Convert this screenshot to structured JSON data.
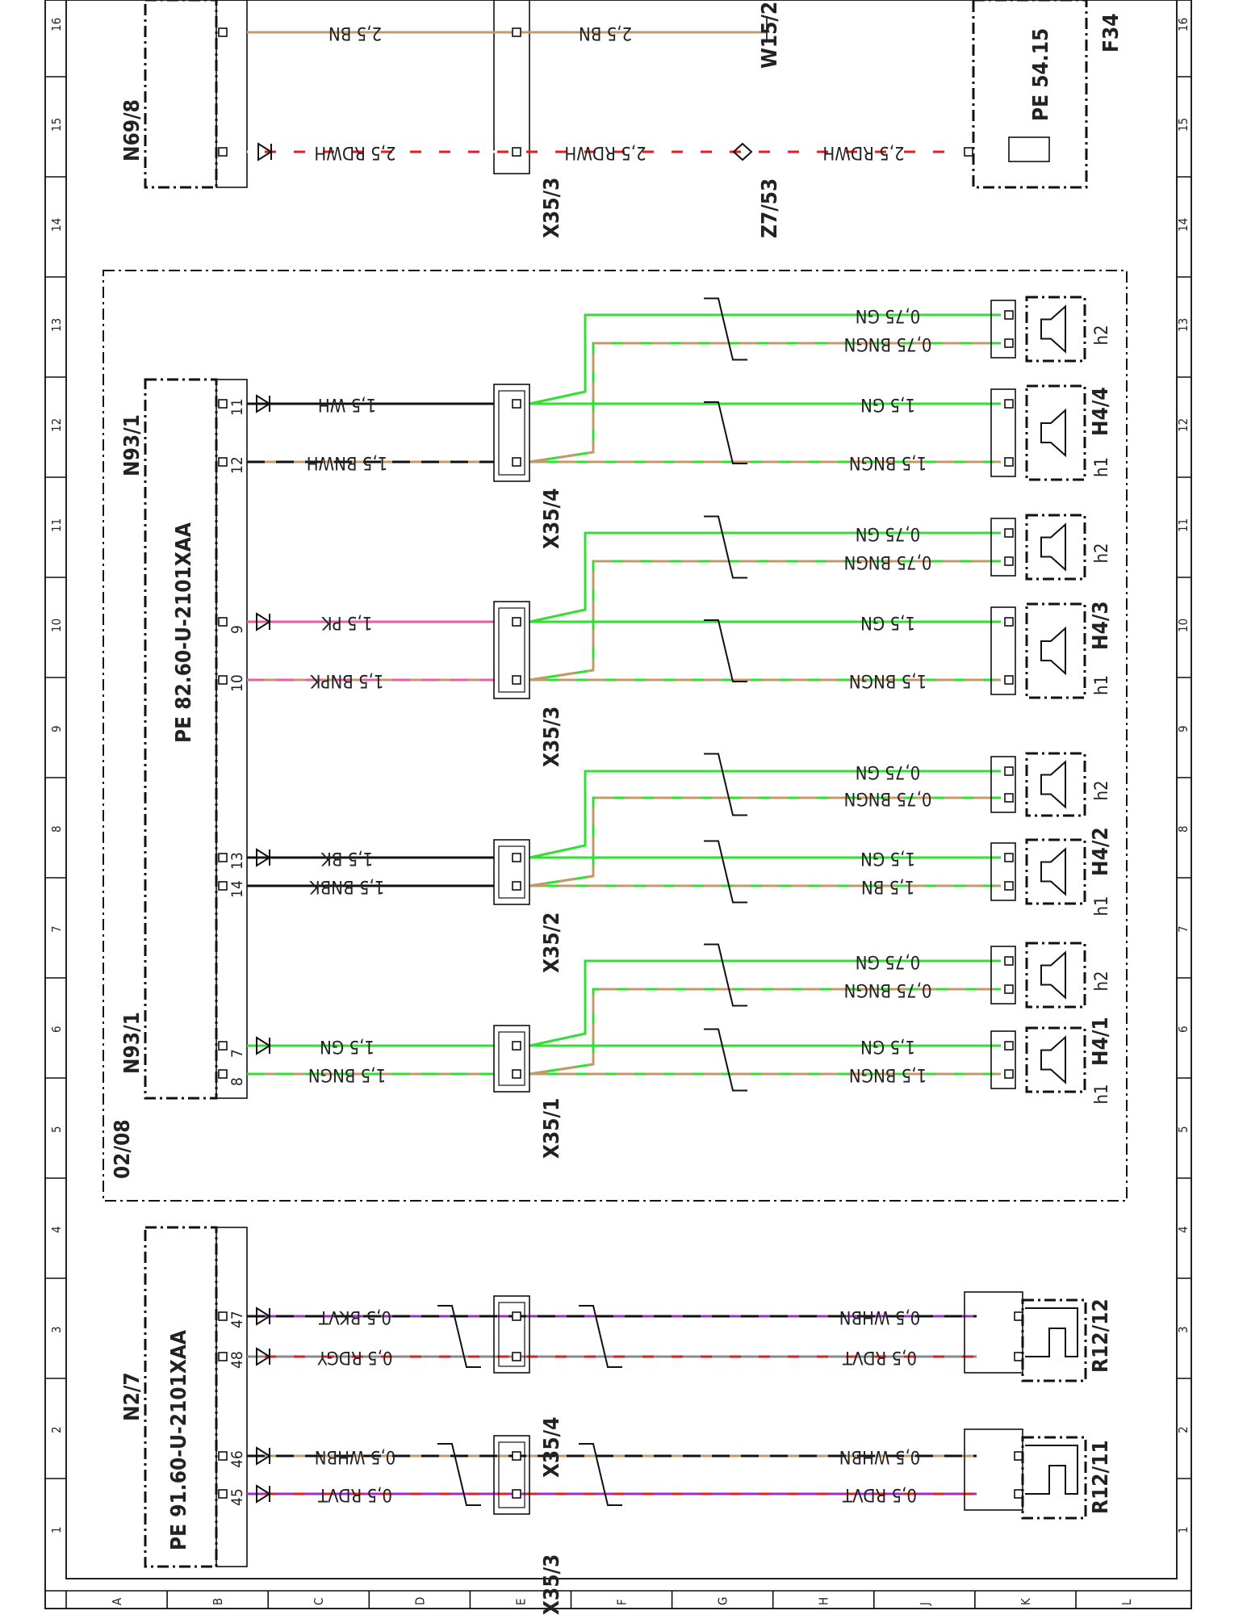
{
  "title_block": {
    "date_marker": "02/08"
  },
  "grid": {
    "columns": [
      "1",
      "2",
      "3",
      "4",
      "5",
      "6",
      "7",
      "8",
      "9",
      "10",
      "11",
      "12",
      "13",
      "14",
      "15",
      "16"
    ],
    "rows": [
      "A",
      "B",
      "C",
      "D",
      "E",
      "F",
      "G",
      "H",
      "J",
      "K",
      "L"
    ]
  },
  "components": [
    {
      "id": "N2_7",
      "label": "N2/7",
      "ref": "PE 91.60-U-2101XAA"
    },
    {
      "id": "N93_1a",
      "label": "N93/1"
    },
    {
      "id": "N93_1b",
      "label": "N93/1",
      "ref": "PE 82.60-U-2101XAA"
    },
    {
      "id": "N69_8",
      "label": "N69/8"
    },
    {
      "id": "X35_3a",
      "label": "X35/3"
    },
    {
      "id": "X35_4a",
      "label": "X35/4"
    },
    {
      "id": "X35_1",
      "label": "X35/1"
    },
    {
      "id": "X35_2",
      "label": "X35/2"
    },
    {
      "id": "X35_3b",
      "label": "X35/3"
    },
    {
      "id": "X35_4b",
      "label": "X35/4"
    },
    {
      "id": "X35_3c",
      "label": "X35/3"
    },
    {
      "id": "Z7_53",
      "label": "Z7/53"
    },
    {
      "id": "W15_2",
      "label": "W15/2"
    },
    {
      "id": "F34",
      "label": "F34",
      "ref": "PE 54.15"
    },
    {
      "id": "R12_11",
      "label": "R12/11"
    },
    {
      "id": "R12_12",
      "label": "R12/12"
    },
    {
      "id": "H4_1",
      "label": "H4/1"
    },
    {
      "id": "H4_2",
      "label": "H4/2"
    },
    {
      "id": "H4_3",
      "label": "H4/3"
    },
    {
      "id": "H4_4",
      "label": "H4/4"
    }
  ],
  "speaker_tags": {
    "h1": "h1",
    "h2": "h2"
  },
  "wires": {
    "w45": "0,5 RDVT",
    "w46": "0,5 WHBN",
    "w47": "0,5 BKVT",
    "w48": "0,5 RDGY",
    "r11a": "0,5 RDVT",
    "r11b": "0,5 WHBN",
    "r12a": "0,5 RDVT",
    "r12b": "0,5 WHBN",
    "w8": "1,5 BNGN",
    "w7": "1,5 GN",
    "w14": "1,5 BNBK",
    "w13": "1,5 BK",
    "w10": "1,5 BNPK",
    "w9": "1,5 PK",
    "w12": "1,5 BNWH",
    "w11": "1,5 WH",
    "h41a": "1,5 BNGN",
    "h41b": "1,5 GN",
    "h41c": "0,75 BNGN",
    "h41d": "0,75 GN",
    "h42a": "1,5 BN",
    "h42b": "1,5 GN",
    "h42c": "0,75 BNGN",
    "h42d": "0,75 GN",
    "h43a": "1,5 BNGN",
    "h43b": "1,5 GN",
    "h43c": "0,75 BNGN",
    "h43d": "0,75 GN",
    "h44a": "1,5 BNGN",
    "h44b": "1,5 GN",
    "h44c": "0,75 BNGN",
    "h44d": "0,75 GN",
    "top4a": "2,5 RDWH",
    "top4b": "2,5 RDWH",
    "top4c": "2,5 RDWH",
    "top3a": "2,5 BN",
    "top3b": "2,5 BN"
  },
  "colors": {
    "RD": "#e02020",
    "VT": "#9b30c8",
    "WH": "#ffffff",
    "BN": "#c49a6c",
    "BK": "#111111",
    "GY": "#8a8a8a",
    "GN": "#33dd33",
    "PK": "#e060a0"
  }
}
